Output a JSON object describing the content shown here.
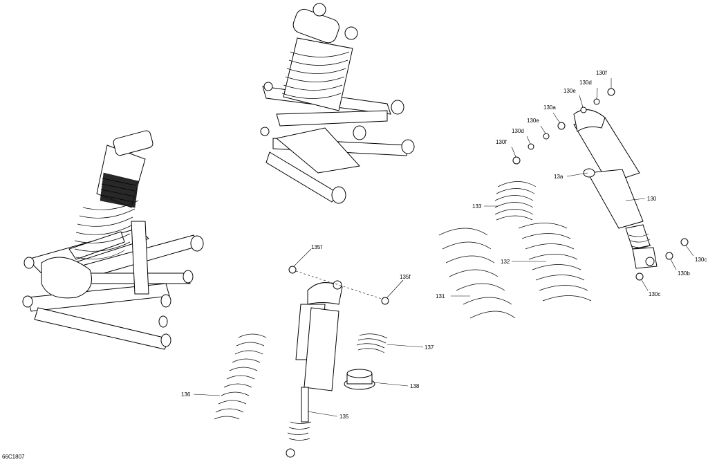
{
  "callouts": {
    "l130f_top": "130f",
    "l130d_top": "130d",
    "l130e_top": "130e",
    "l130a": "130a",
    "l130e_mid": "130e",
    "l130d_mid": "130d",
    "l130f_mid": "130f",
    "l13a": "13a",
    "l130": "130",
    "l133": "133",
    "l132": "132",
    "l131": "131",
    "l130c_right": "130c",
    "l130b": "130b",
    "l130c_bottom": "130c",
    "l135f_left": "135f",
    "l135f_right": "135f",
    "l137": "137",
    "l138": "138",
    "l136": "136",
    "l135": "135"
  },
  "reference_code": "66C1807"
}
